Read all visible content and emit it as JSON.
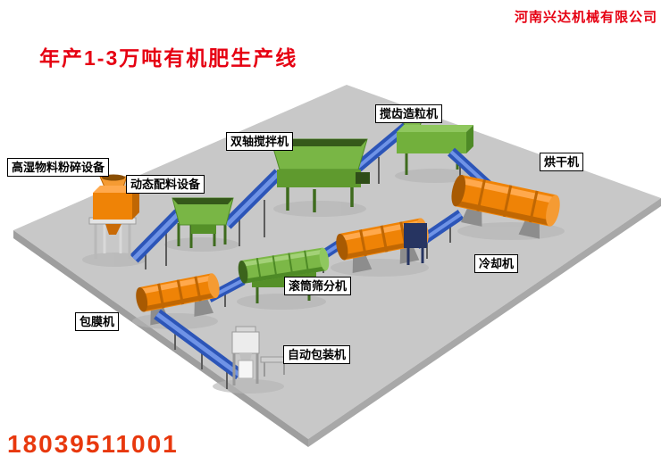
{
  "company": "河南兴达机械有限公司",
  "title": "年产1-3万吨有机肥生产线",
  "phone": "18039511001",
  "machines": [
    {
      "id": "crusher",
      "label": "高湿物料粉碎设备"
    },
    {
      "id": "batching",
      "label": "动态配料设备"
    },
    {
      "id": "mixer",
      "label": "双轴搅拌机"
    },
    {
      "id": "granulator",
      "label": "搅齿造粒机"
    },
    {
      "id": "dryer",
      "label": "烘干机"
    },
    {
      "id": "cooler",
      "label": "冷却机"
    },
    {
      "id": "screen",
      "label": "滚筒筛分机"
    },
    {
      "id": "coating",
      "label": "包膜机"
    },
    {
      "id": "packaging",
      "label": "自动包装机"
    }
  ],
  "colors": {
    "accent_red": "#e60012",
    "phone_red": "#e8380d",
    "machine_orange": "#ef8306",
    "machine_green": "#79b645",
    "conveyor_blue": "#2c55b8",
    "floor_gray": "#c8c8c8",
    "floor_edge_gray": "#9e9e9e"
  }
}
